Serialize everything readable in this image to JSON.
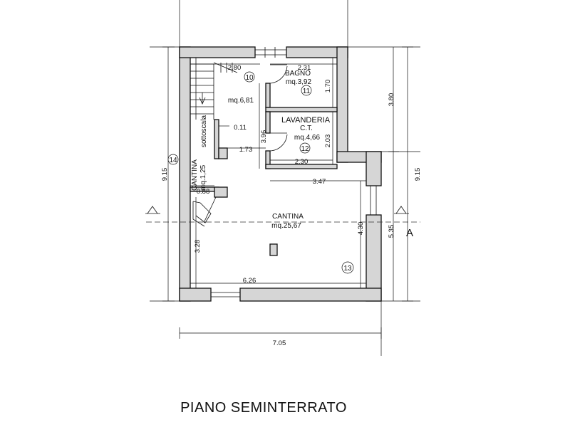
{
  "title": "PIANO SEMINTERRATO",
  "section_marker": "A",
  "rooms": [
    {
      "name": "BAGNO",
      "area": "mq.3,92",
      "number": "11"
    },
    {
      "name_line1": "LAVANDERIA",
      "name_line2": "C.T.",
      "area": "mq.4,66",
      "number": "12"
    },
    {
      "area": "mq.6,81",
      "number": "10"
    },
    {
      "name": "CANTINA",
      "area": "mq.1,25",
      "number": "14",
      "extra": "sottoscala"
    },
    {
      "name": "CANTINA",
      "area": "mq.25,67",
      "number": "13"
    }
  ],
  "dimensions": {
    "top_left": "2.80",
    "top_bagno": "2.31",
    "bagno_height": "1.70",
    "lavanderia_height": "2.03",
    "lavanderia_width": "2.30",
    "wall_011": "0.11",
    "corridor_173": "1.73",
    "corridor_396": "3.96",
    "cantina_347": "3.47",
    "cantina_088": "0.88",
    "cantina_328": "3.28",
    "cantina_430": "4.30",
    "cantina_626": "6.26",
    "overall_width": "7.05",
    "left_height": "9.15",
    "right_height": "9.15",
    "right_380": "3.80",
    "right_535": "5.35"
  }
}
